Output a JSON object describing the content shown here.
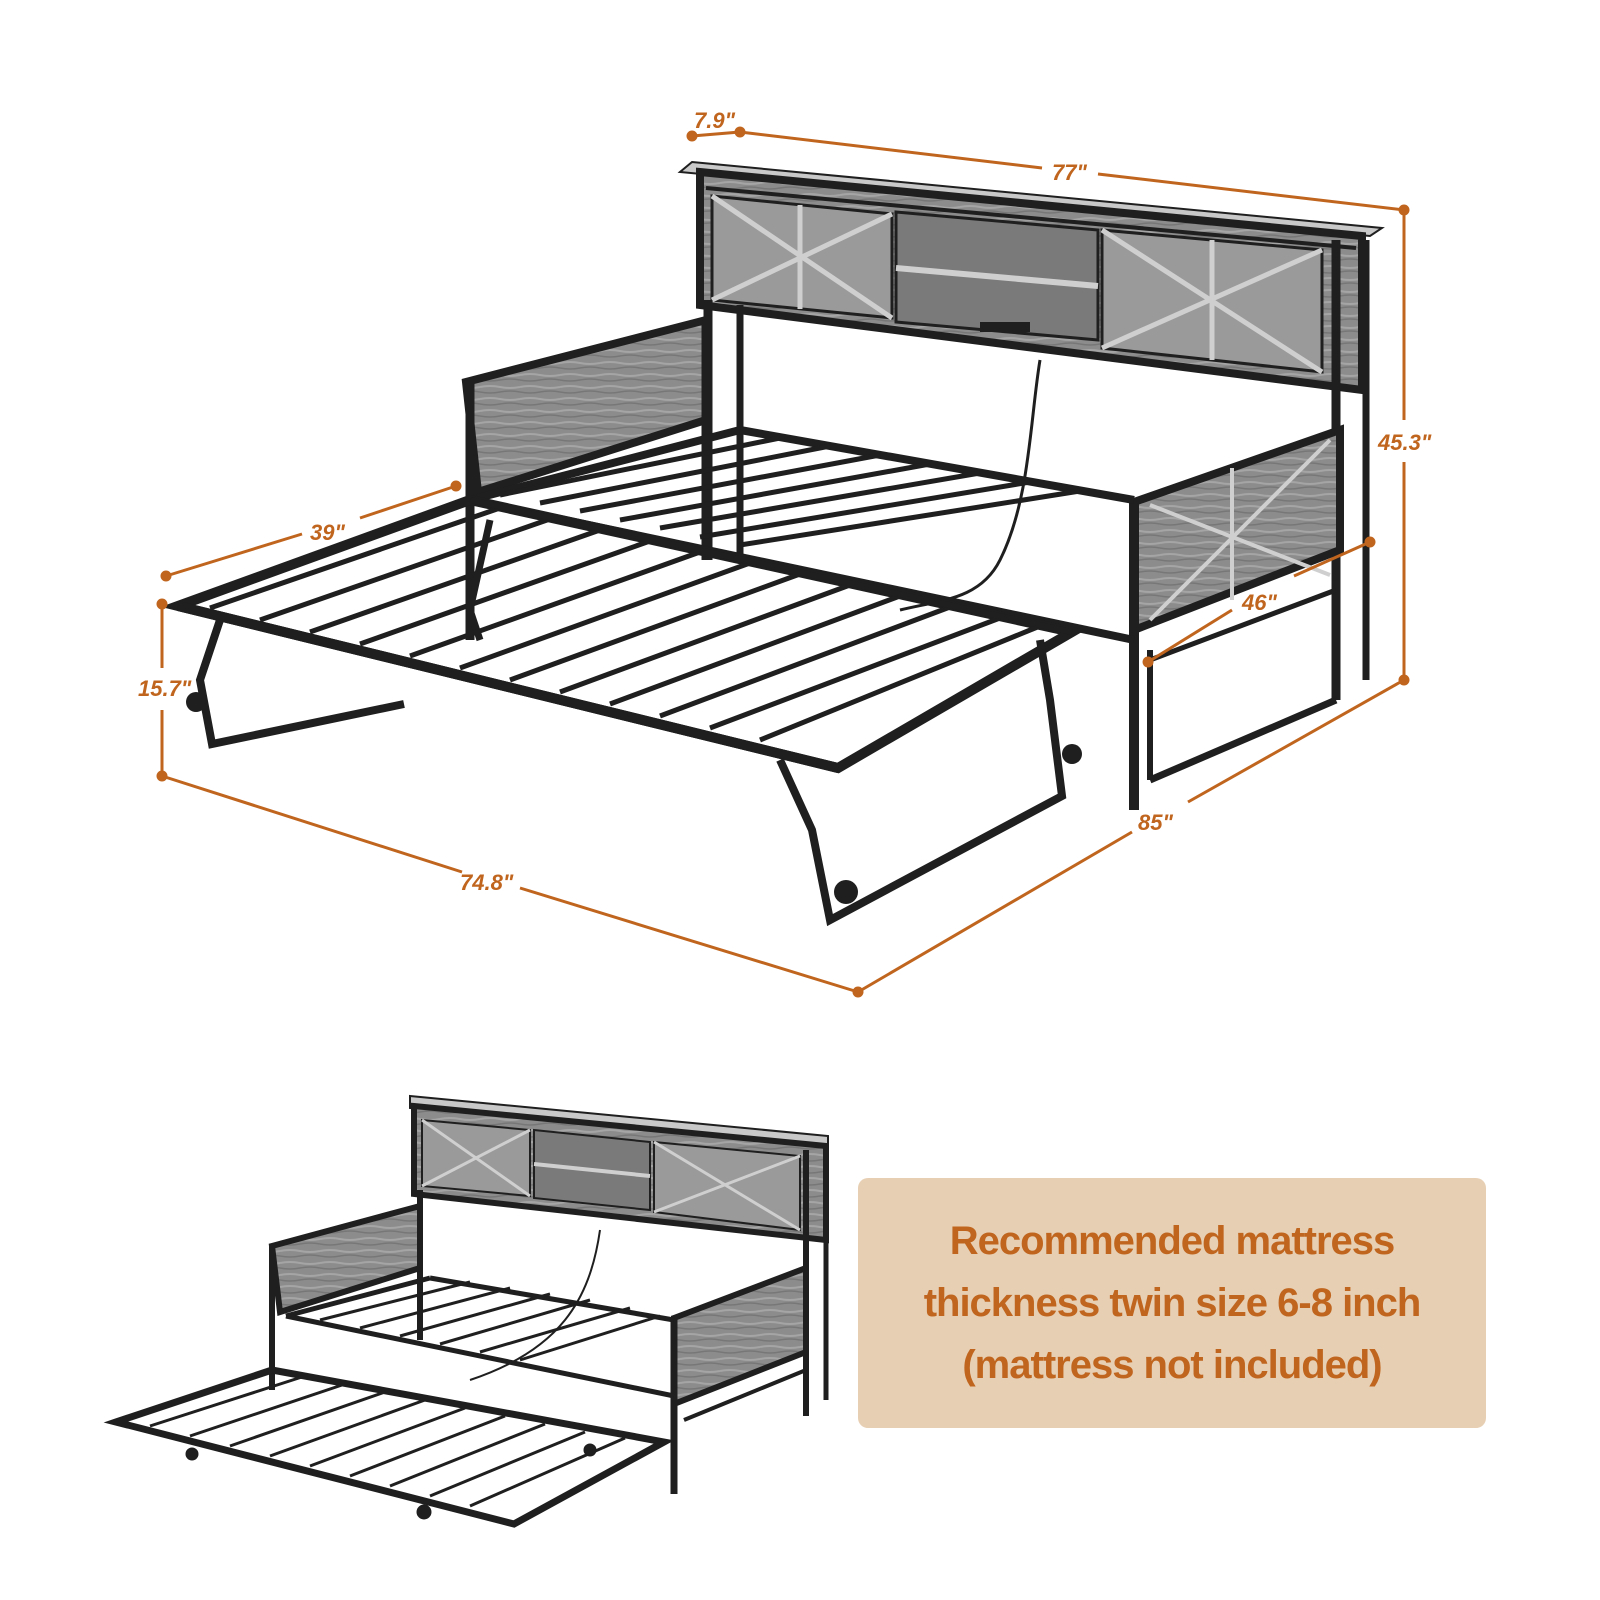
{
  "colors": {
    "dimension": "#c0651e",
    "frame": "#1f1f1f",
    "wood": "#8c8c8c",
    "wood_light": "#b3b3b3",
    "note_bg": "#e7cfb3",
    "note_text": "#c0651e"
  },
  "dimensions": {
    "headboard_depth": "7.9\"",
    "bed_length": "77\"",
    "height": "45.3\"",
    "trundle_width": "39\"",
    "bed_width": "46\"",
    "trundle_height": "15.7\"",
    "total_depth": "85\"",
    "trundle_length": "74.8\""
  },
  "note": {
    "line1": "Recommended mattress",
    "line2": "thickness twin size 6-8 inch",
    "line3": "(mattress not included)"
  }
}
